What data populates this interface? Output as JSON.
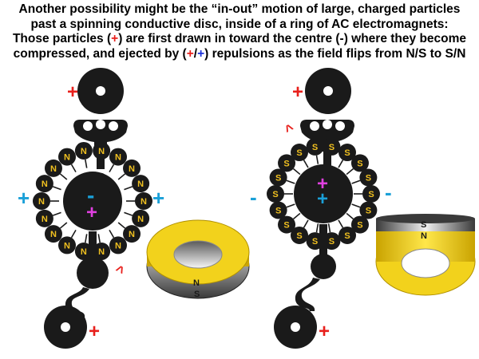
{
  "caption": {
    "line1": "Another possibility might be the “in-out” motion of large, charged particles",
    "line2": "past a spinning conductive disc, inside of a ring of AC electromagnets:",
    "line3_a": "Those particles (",
    "line3_plus": "+",
    "line3_b": ") are first drawn in toward the centre (-) where they become",
    "line4_a": "compressed, and ejected by (",
    "line4_plus_red": "+",
    "line4_slash": "/",
    "line4_plus_blue": "+",
    "line4_b": ") repulsions as the field flips from N/S to S/N"
  },
  "left_panel": {
    "top_disc_charge": "+",
    "bottom_disc_charge": "+",
    "side_charge_left": "+",
    "side_charge_right": "+",
    "center_charge": "-",
    "inner_particle_charge": "+",
    "motion_mark": "^",
    "coil_pole": "N",
    "magnet_top_pole": "N",
    "magnet_bottom_pole": "S"
  },
  "right_panel": {
    "top_disc_charge": "+",
    "bottom_disc_charge": "+",
    "side_charge_left": "-",
    "side_charge_right": "-",
    "center_charge_top": "+",
    "center_charge_bottom": "+",
    "motion_mark": "^",
    "coil_pole": "S",
    "magnet_top_pole": "S",
    "magnet_bottom_pole": "N"
  },
  "colors": {
    "red_charge": "#e8201c",
    "cyan_charge": "#1aa0d8",
    "magenta_charge": "#e040e0",
    "coil_label": "#f0c020",
    "magnet_gold": "#f2d21c",
    "black": "#1a1a1a"
  }
}
